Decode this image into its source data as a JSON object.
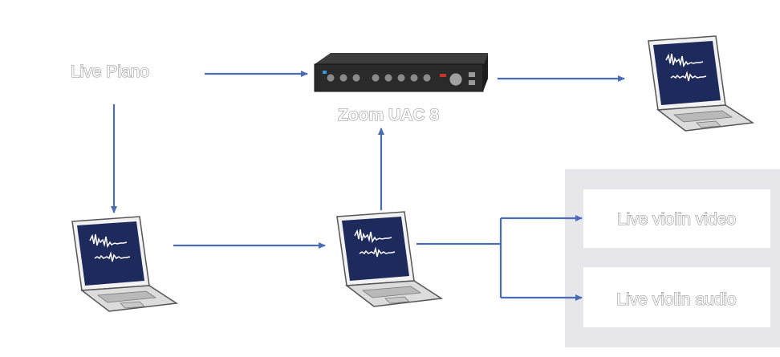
{
  "nodes": {
    "live_piano": "Live Piano",
    "interface_label": "Zoom UAC 8",
    "violin_video": "Live violin video",
    "violin_audio": "Live violin audio"
  },
  "colors": {
    "arrow": "#4a6bb5",
    "panel": "#e7e6ea",
    "screen": "#1f2a5c",
    "laptop_body": "#dcdcdc",
    "device": "#2a2a2a"
  }
}
